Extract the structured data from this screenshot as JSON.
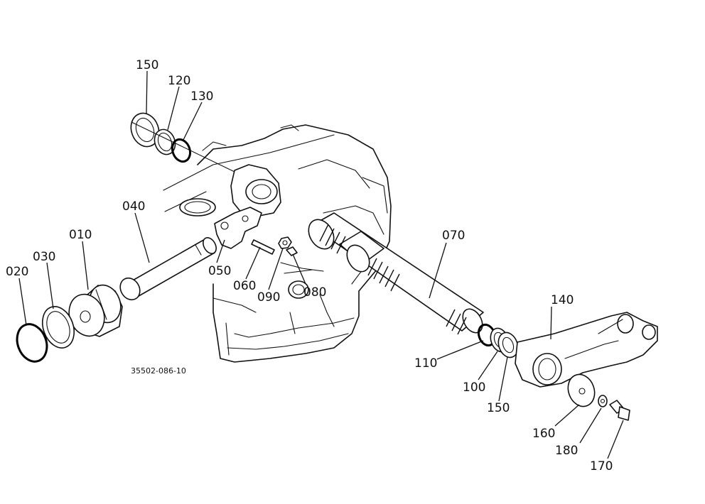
{
  "drawing_code": "35502-086-10",
  "callouts": {
    "p010": "010",
    "p020": "020",
    "p030": "030",
    "p040": "040",
    "p050": "050",
    "p060": "060",
    "p070": "070",
    "p080": "080",
    "p090": "090",
    "p100": "100",
    "p110": "110",
    "p120": "120",
    "p130": "130",
    "p140": "140",
    "p150_top": "150",
    "p150_bottom": "150",
    "p160": "160",
    "p170": "170",
    "p180": "180"
  }
}
